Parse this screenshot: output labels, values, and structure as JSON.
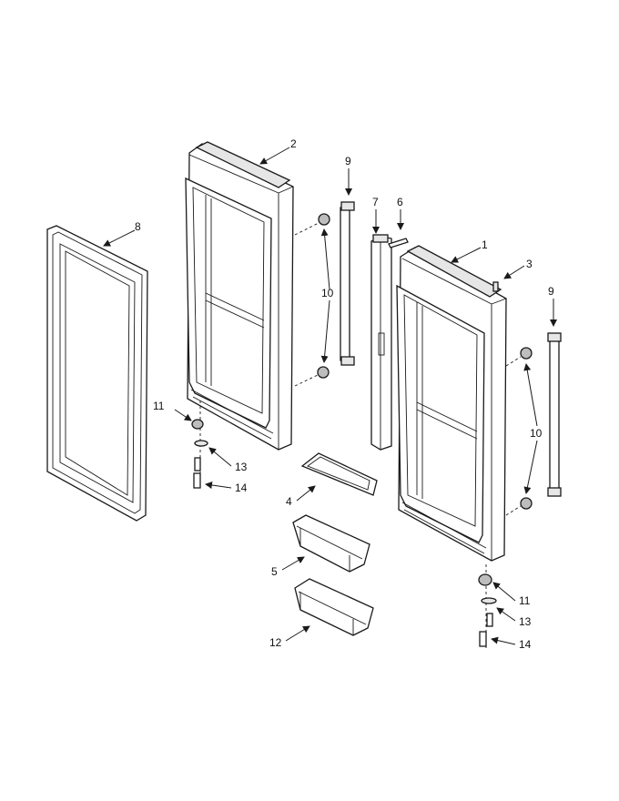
{
  "callouts": {
    "c1": "1",
    "c2": "2",
    "c3": "3",
    "c4": "4",
    "c5": "5",
    "c6": "6",
    "c7": "7",
    "c8": "8",
    "c9a": "9",
    "c9b": "9",
    "c10a": "10",
    "c10b": "10",
    "c11a": "11",
    "c11b": "11",
    "c12": "12",
    "c13a": "13",
    "c13b": "13",
    "c14a": "14",
    "c14b": "14"
  }
}
